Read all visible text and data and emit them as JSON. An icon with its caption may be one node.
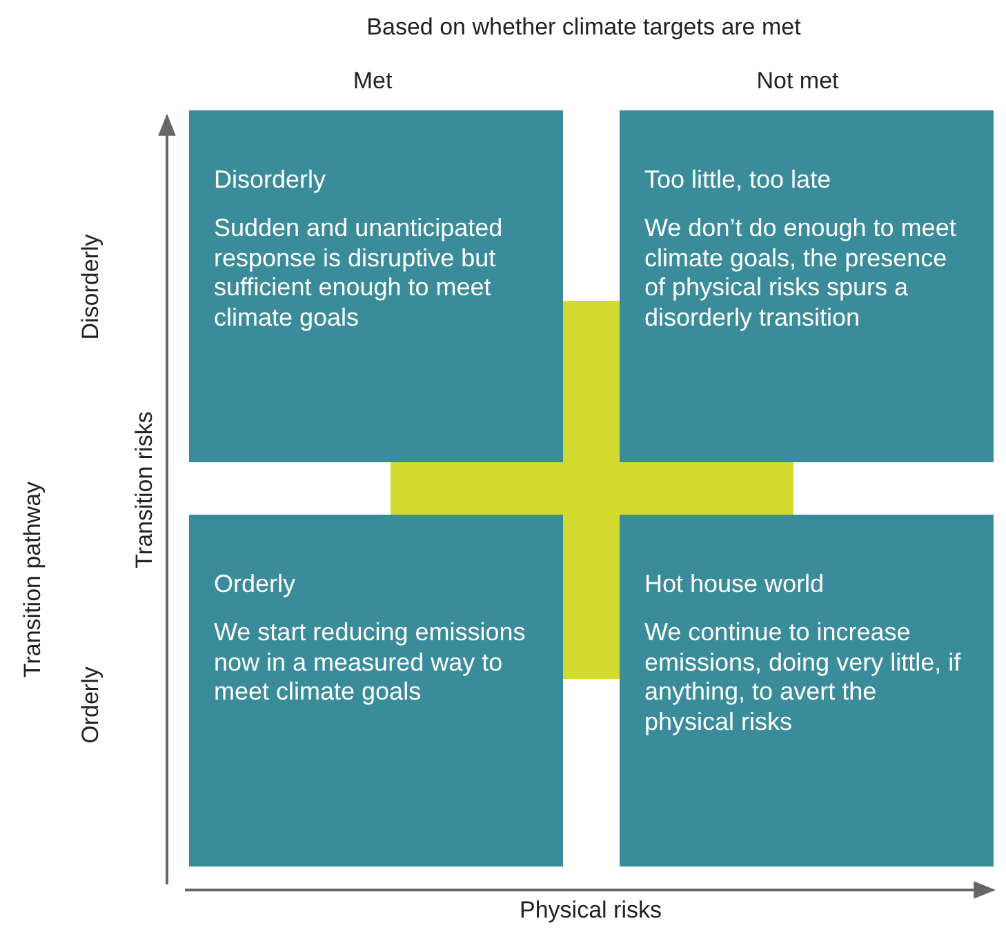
{
  "diagram": {
    "title": "Based on whether climate targets are met",
    "nodes": [
      {
        "text": [
          "Disorderly",
          "Sudden and unanticipated response is disruptive but sufficient enough to meet climate goals"
        ]
      },
      {
        "text": [
          "Too little, too late",
          "We don’t do enough to meet climate goals, the presence of physical risks spurs a disorderly transition"
        ]
      },
      {
        "text": [
          "Orderly",
          "We start reducing emissions now in a measured way to meet climate goals"
        ]
      },
      {
        "text": [
          "Hot house world",
          "We continue to increase emissions, doing very little, if anything, to avert the physical risks"
        ]
      }
    ],
    "labels": [
      "Met",
      "Not met",
      "Disorderly",
      "Transition pathway",
      "Transition risks",
      "Orderly",
      "Physical risks"
    ]
  }
}
